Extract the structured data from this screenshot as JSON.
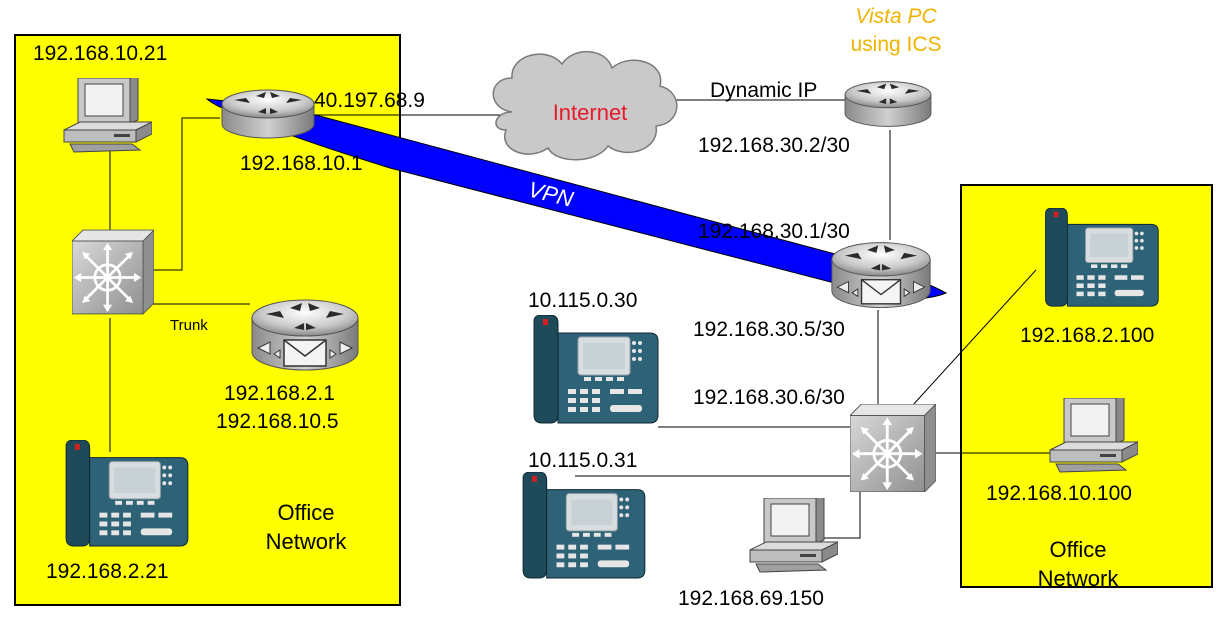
{
  "colors": {
    "office_zone": "#ffff00",
    "cloud": "#c9c9c9",
    "internet_text": "#e8192c",
    "vpn_tunnel": "#0000ff",
    "vista_text": "#f0b400",
    "phone_body": "#1f4a5a",
    "line": "#000000"
  },
  "labels": {
    "left_pc_ip": "192.168.10.21",
    "left_router_wan": "40.197.68.9",
    "left_router_lan": "192.168.10.1",
    "trunk": "Trunk",
    "voice_router_ip1": "192.168.2.1",
    "voice_router_ip2": "192.168.10.5",
    "left_phone_ip": "192.168.2.21",
    "left_office_line1": "Office",
    "left_office_line2": "Network",
    "internet": "Internet",
    "vpn": "VPN",
    "vista_line1": "Vista PC",
    "vista_line2": "using ICS",
    "dynamic_ip": "Dynamic IP",
    "ics_lan_ip": "192.168.30.2/30",
    "remote_router_wan": "192.168.30.1/30",
    "remote_router_lan": "192.168.30.5/30",
    "remote_switch_ip": "192.168.30.6/30",
    "phone_a_ip": "10.115.0.30",
    "phone_b_ip": "10.115.0.31",
    "remote_pc_ip": "192.168.69.150",
    "right_phone_ip": "192.168.2.100",
    "right_pc_ip": "192.168.10.100",
    "right_office_line1": "Office",
    "right_office_line2": "Network"
  }
}
